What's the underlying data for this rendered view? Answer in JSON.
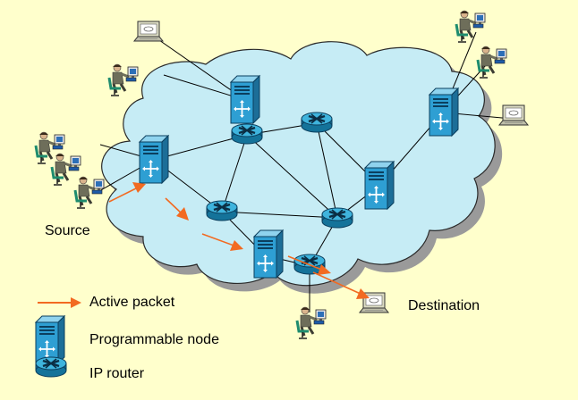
{
  "labels": {
    "source": "Source",
    "destination": "Destination"
  },
  "legend": {
    "active_packet": "Active packet",
    "programmable_node": "Programmable node",
    "ip_router": "IP router"
  },
  "colors": {
    "background": "#FFFFCC",
    "cloud_fill": "#C6ECF5",
    "cloud_shadow": "#9A9A9A",
    "packet_arrow": "#F26A21",
    "server": "#2E9FD3",
    "router": "#1F9BC7"
  },
  "icons": {
    "programmable_node": "server-icon",
    "ip_router": "router-icon",
    "user": "user-at-workstation-icon",
    "terminal": "laptop-icon"
  }
}
